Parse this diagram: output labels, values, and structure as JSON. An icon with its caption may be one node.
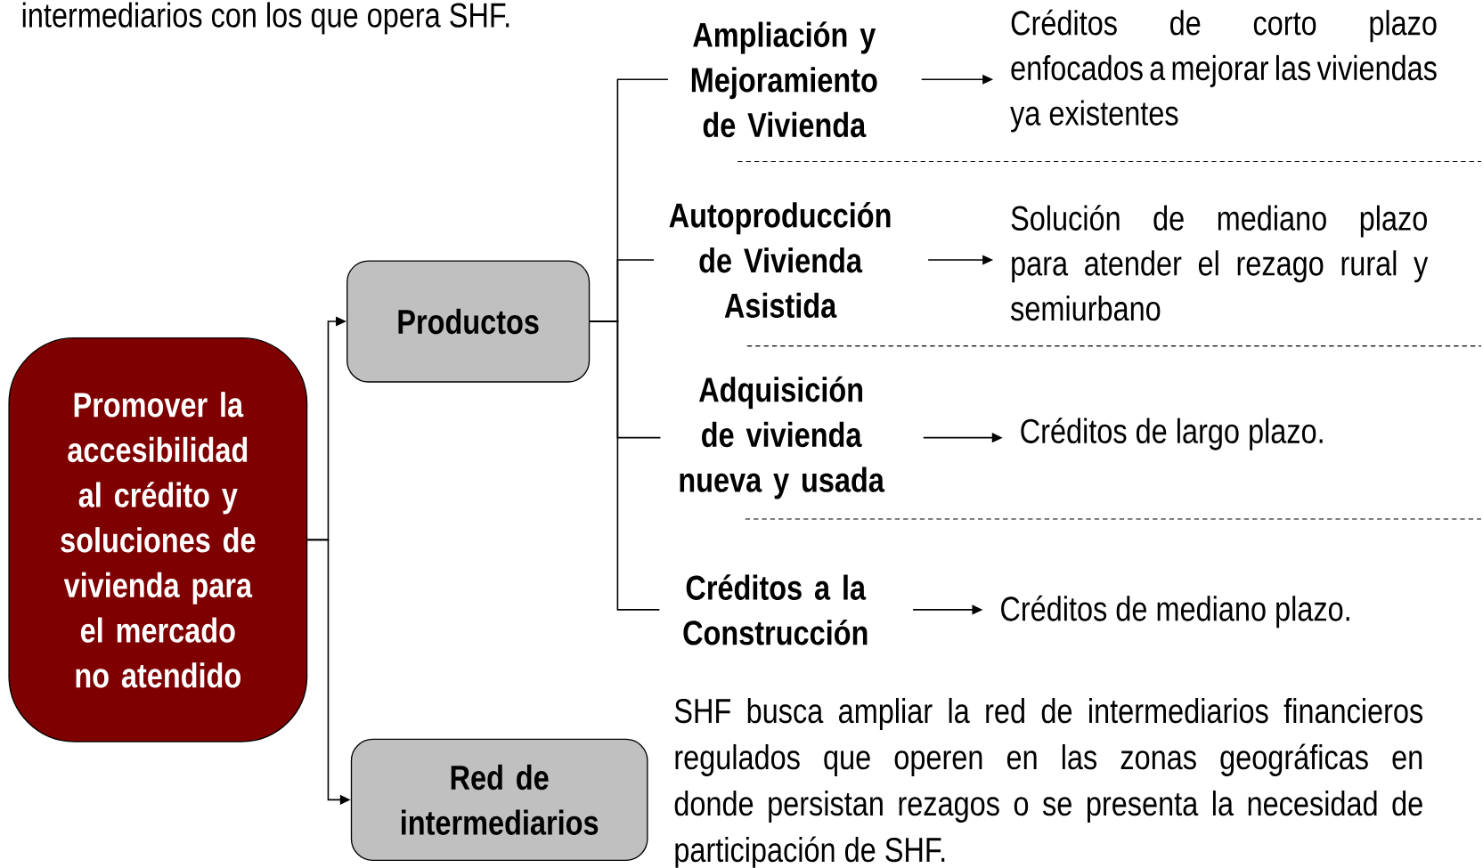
{
  "diagram": {
    "nodes": [
      {
        "text": [
          "Promover la accesibilidad al crédito y soluciones de vivienda para el mercado no atendido"
        ]
      },
      {
        "text": [
          "Productos"
        ]
      },
      {
        "text": [
          "Red de intermediarios"
        ],
        "beside": [
          "SHF busca  ampliar la red de intermediarios financieros regulados que operen en las zonas geográficas en donde persistan rezagos o se presenta la necesidad de participación de SHF."
        ]
      },
      {
        "text": [
          "Ampliación y Mejoramiento de Vivienda"
        ]
      },
      {
        "text": [
          "Autoproducción de Vivienda Asistida"
        ]
      },
      {
        "text": [
          "Adquisición de vivienda nueva y usada"
        ]
      },
      {
        "text": [
          "Créditos a la Construcción"
        ]
      },
      {
        "text": [
          "Créditos de corto plazo enfocados a mejorar las viviendas ya existentes"
        ]
      },
      {
        "text": [
          "Solución de mediano plazo para atender el rezago rural y semiurbano"
        ]
      },
      {
        "text": [
          "Créditos de largo plazo."
        ]
      },
      {
        "text": [
          "Créditos de mediano plazo."
        ]
      }
    ],
    "edges": [
      {
        "from": 0,
        "to": 1,
        "arrow": "to"
      },
      {
        "from": 0,
        "to": 2,
        "arrow": "to"
      },
      {
        "from": 1,
        "to": 3,
        "arrow": "none"
      },
      {
        "from": 1,
        "to": 4,
        "arrow": "none"
      },
      {
        "from": 1,
        "to": 5,
        "arrow": "none"
      },
      {
        "from": 1,
        "to": 6,
        "arrow": "none"
      },
      {
        "from": 3,
        "to": 7,
        "arrow": "to"
      },
      {
        "from": 4,
        "to": 8,
        "arrow": "to"
      },
      {
        "from": 5,
        "to": 9,
        "arrow": "to"
      },
      {
        "from": 6,
        "to": 10,
        "arrow": "to"
      }
    ],
    "labels": [
      "intermediarios con los que opera SHF."
    ]
  }
}
